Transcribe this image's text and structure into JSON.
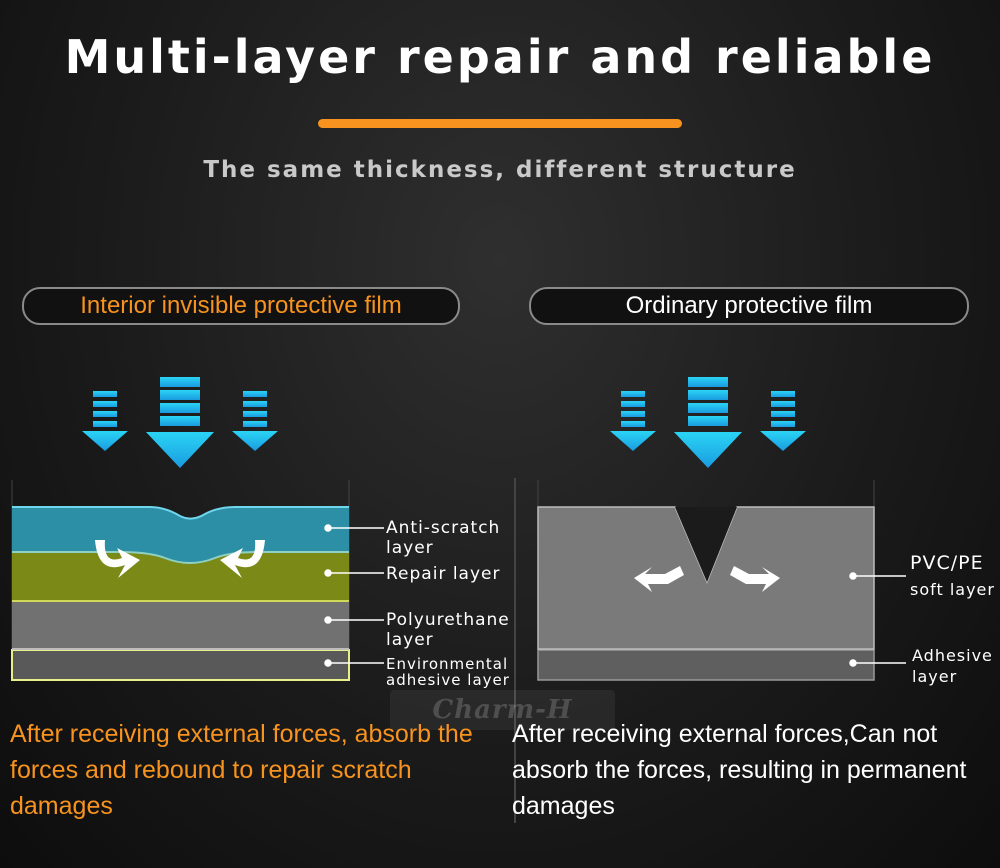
{
  "header": {
    "title": "Multi-layer repair and reliable",
    "subtitle": "The same thickness, different structure",
    "accent_color": "#f7931e"
  },
  "left_panel": {
    "heading": "Interior invisible protective film",
    "labels": {
      "anti_scratch": "Anti-scratch\nlayer",
      "repair": "Repair layer",
      "polyurethane": "Polyurethane\nlayer",
      "environmental_1": "Environmental",
      "environmental_2": "adhesive layer"
    },
    "caption": "After receiving external forces, absorb the forces and rebound to repair scratch damages",
    "layer_colors": [
      "#2c8fa6",
      "#7b8a16",
      "#6e6e6e",
      "#5a5a5a"
    ]
  },
  "right_panel": {
    "heading": "Ordinary protective film",
    "labels": {
      "pvc_1": "PVC/PE",
      "pvc_2": "soft layer",
      "adhesive_1": "Adhesive",
      "adhesive_2": "layer"
    },
    "caption": "After receiving external forces,Can not absorb the forces, resulting in permanent damages",
    "layer_colors": [
      "#7a7a7a",
      "#5f5f5f"
    ]
  },
  "watermark": "Charm-H",
  "arrow_color": "#21c4e8"
}
